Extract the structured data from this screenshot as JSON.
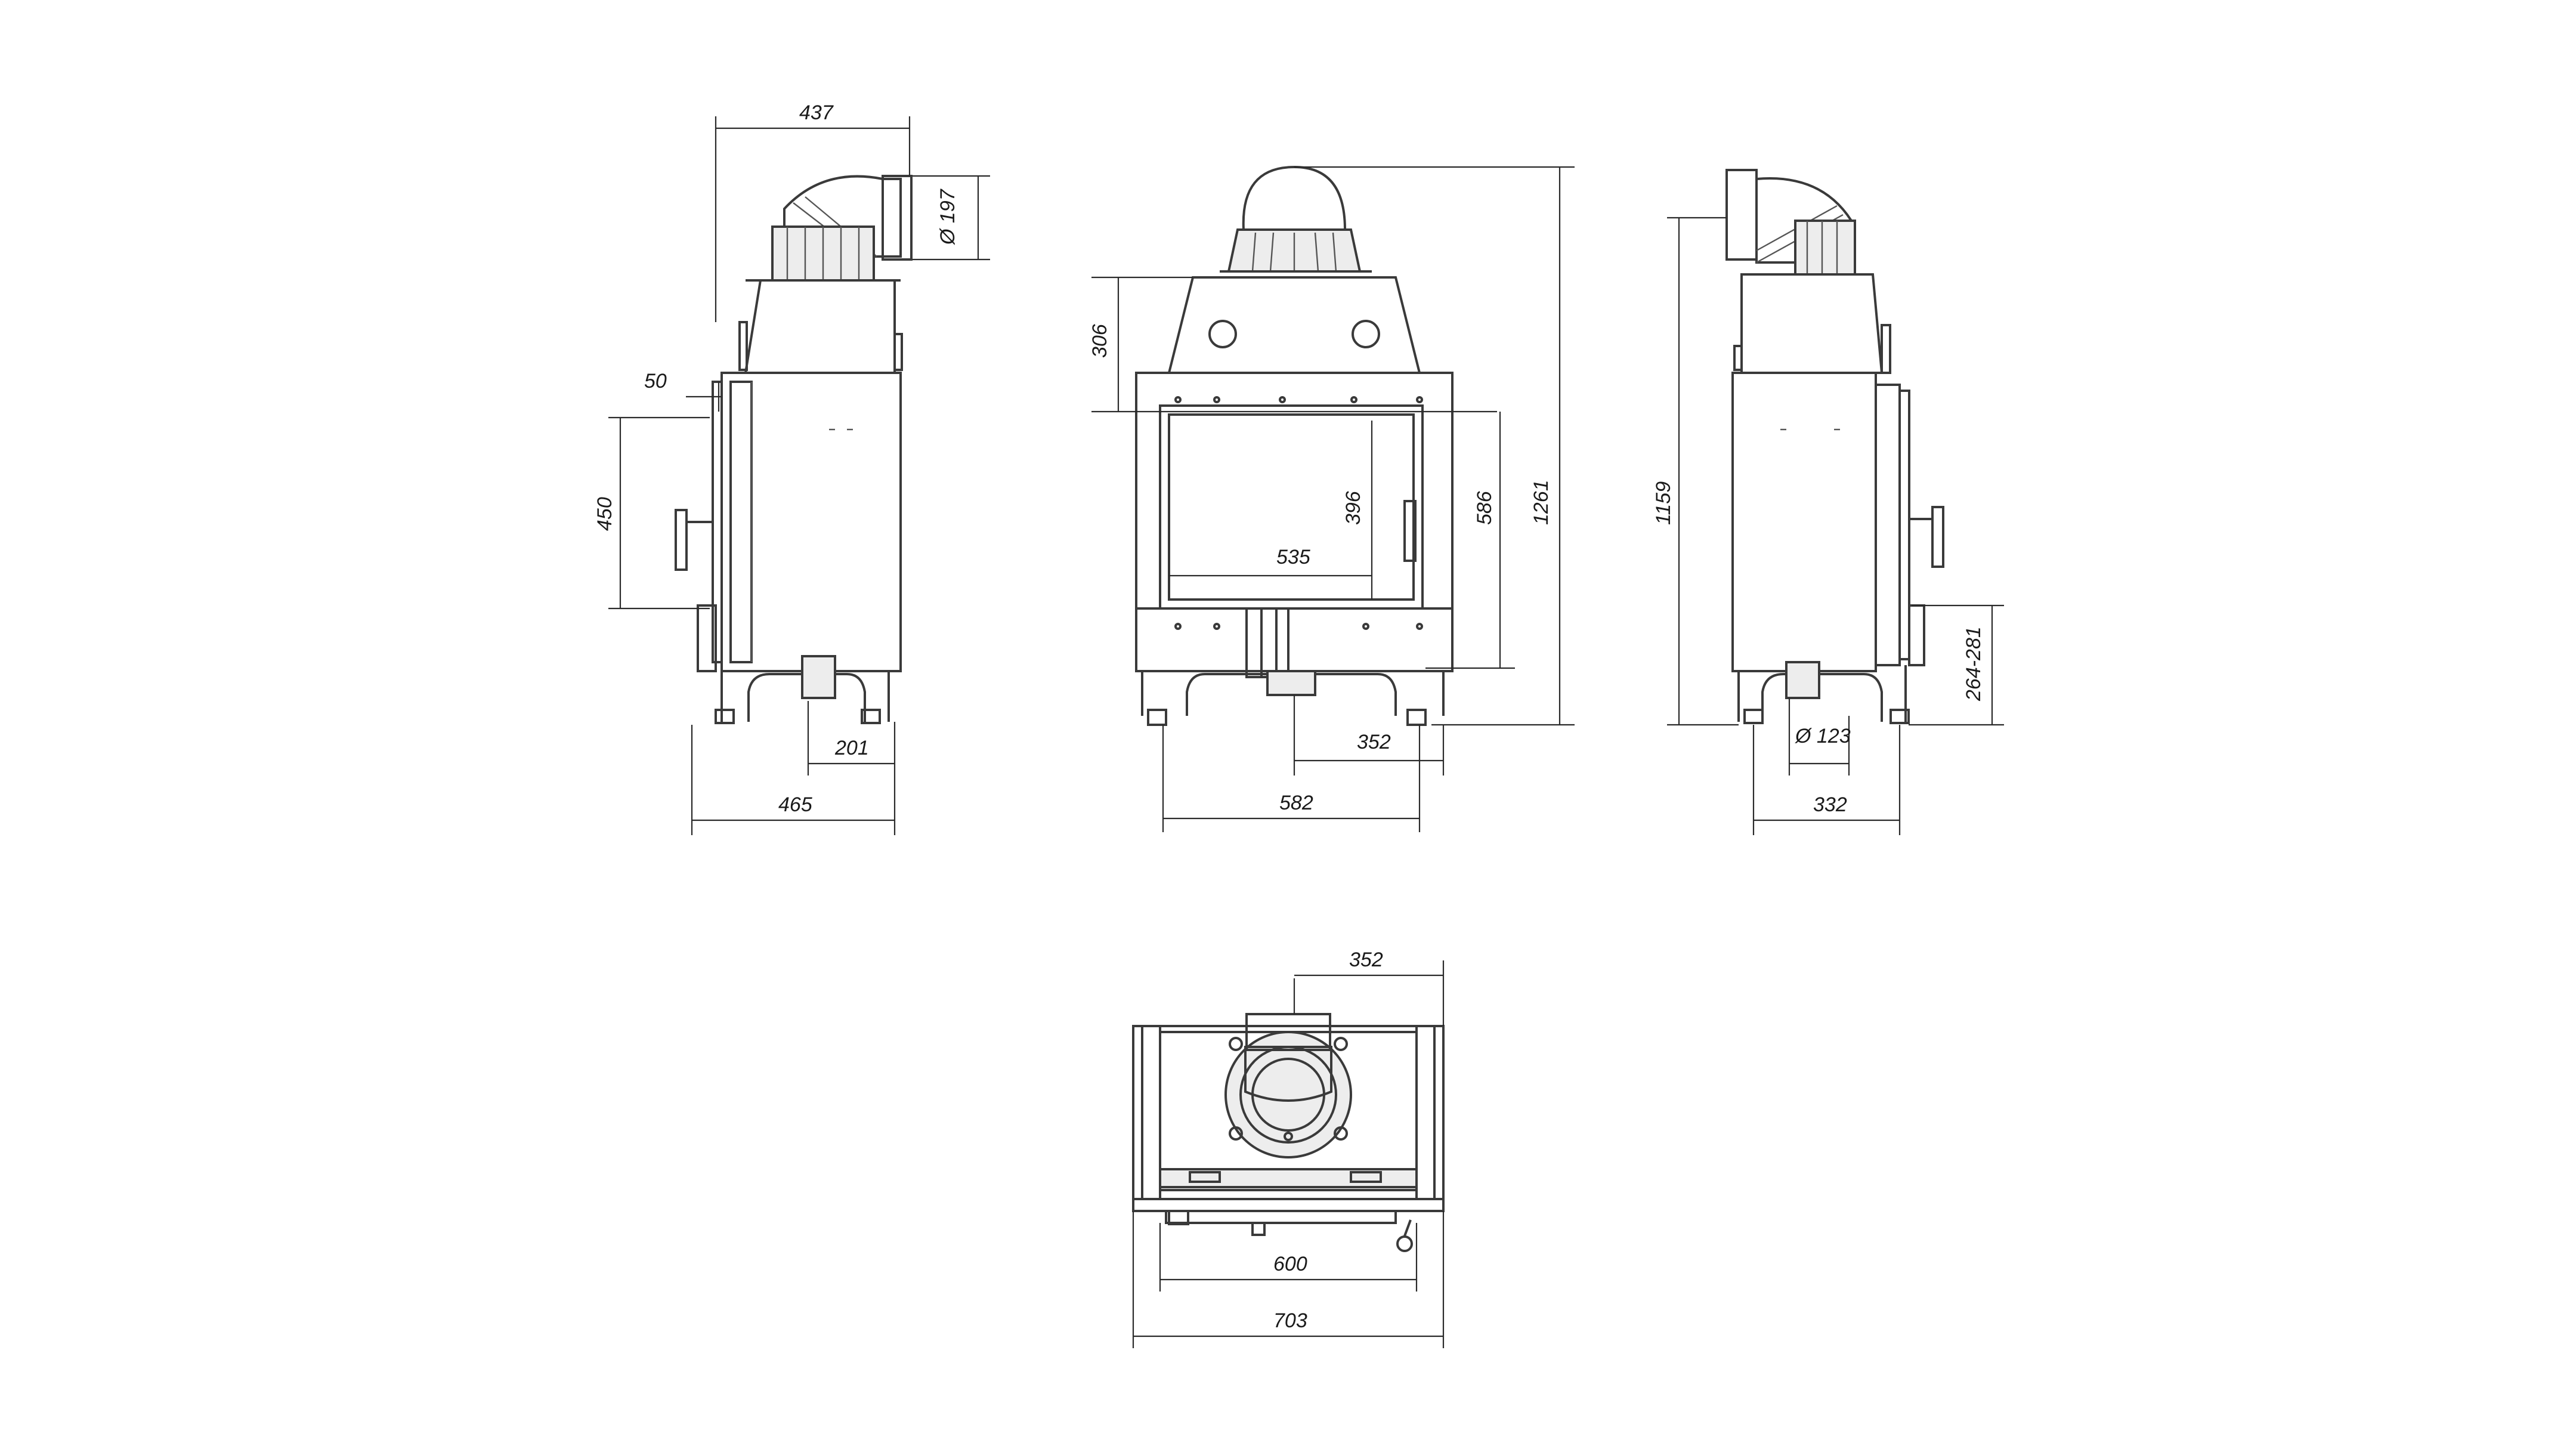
{
  "dimensions": {
    "side_left": {
      "depth_top": "437",
      "flue_diameter": "Ø 197",
      "frame": "50",
      "door_height": "450",
      "outlet_offset": "201",
      "total_depth": "465"
    },
    "front": {
      "hood_height": "306",
      "glass_height": "396",
      "glass_width": "535",
      "door_height": "586",
      "total_height": "1261",
      "half_width": "352",
      "total_width": "582"
    },
    "side_right": {
      "flue_height": "1159",
      "air_inlet_height": "264-281",
      "air_inlet_diameter": "Ø 123",
      "depth": "332"
    },
    "top": {
      "flue_offset": "352",
      "inner_width": "600",
      "outer_width": "703"
    }
  }
}
